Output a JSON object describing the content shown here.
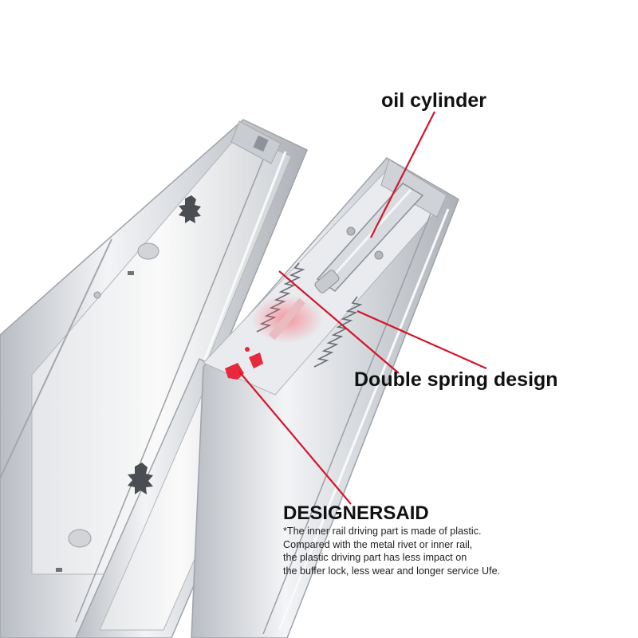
{
  "labels": {
    "oil_cylinder": "oil cylinder",
    "double_spring": "Double spring design",
    "brand": "DESIGNERSAID"
  },
  "note_lines": [
    "*The inner rail driving part is made of plastic.",
    "Compared with the metal rivet or inner rail,",
    "the plastic driving part has less impact on",
    "the buffer lock, less wear and longer service Ufe."
  ],
  "colors": {
    "background": "#ffffff",
    "callout_line": "#d4152b",
    "plastic_part": "#e8283c",
    "rail_metal": "#d6d9de",
    "label_text": "#111111"
  }
}
